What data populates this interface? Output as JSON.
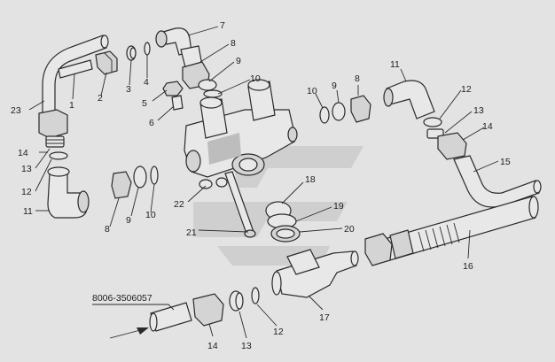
{
  "diagram": {
    "part_code": "8006-3506057",
    "labels": {
      "l1": "1",
      "l2": "2",
      "l3": "3",
      "l4": "4",
      "l5": "5",
      "l6": "6",
      "l7": "7",
      "l8a": "8",
      "l8b": "8",
      "l8c": "8",
      "l9a": "9",
      "l9b": "9",
      "l9c": "9",
      "l10a": "10",
      "l10b": "10",
      "l10c": "10",
      "l11a": "11",
      "l11b": "11",
      "l12a": "12",
      "l12b": "12",
      "l12c": "12",
      "l13a": "13",
      "l13b": "13",
      "l13c": "13",
      "l14a": "14",
      "l14b": "14",
      "l14c": "14",
      "l15": "15",
      "l16": "16",
      "l17": "17",
      "l18": "18",
      "l19": "19",
      "l20": "20",
      "l21": "21",
      "l22": "22",
      "l23": "23"
    },
    "colors": {
      "line": "#2a2a2a",
      "background": "#e3e3e3",
      "fill": "#e8e8e8",
      "watermark": "#cfcfcf"
    }
  }
}
